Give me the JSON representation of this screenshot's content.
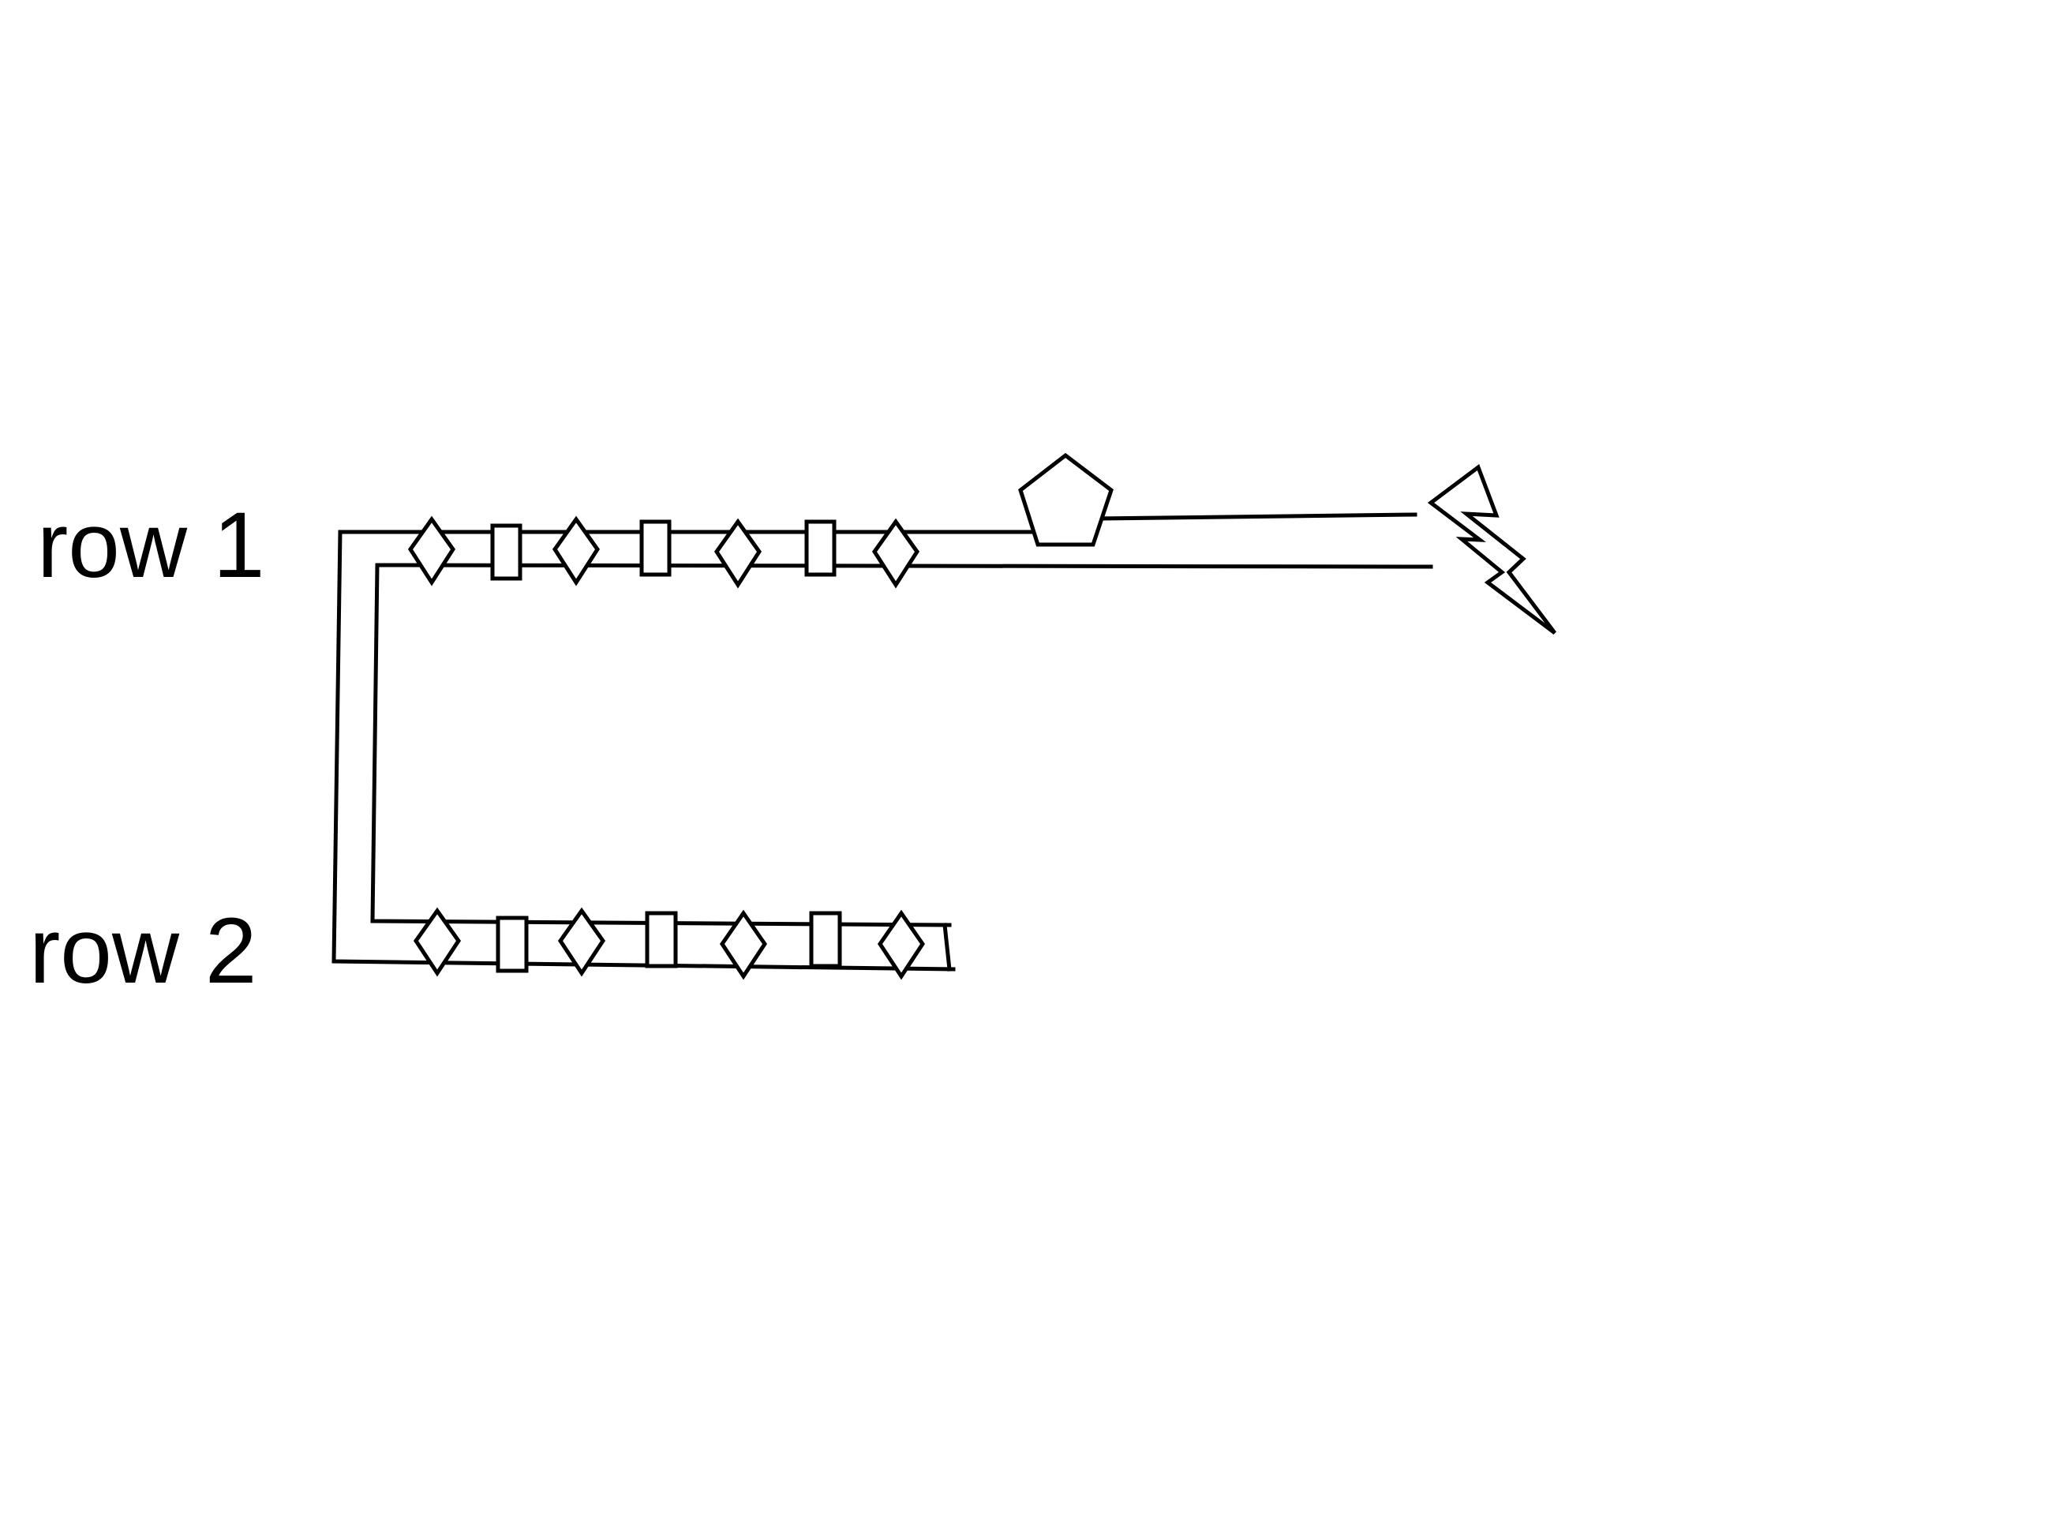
{
  "labels": {
    "row1": "row 1",
    "row2": "row 2"
  },
  "rows": [
    {
      "label_key": "row1",
      "components": [
        "diamond",
        "rectangle",
        "diamond",
        "rectangle",
        "diamond",
        "rectangle",
        "diamond"
      ]
    },
    {
      "label_key": "row2",
      "components": [
        "diamond",
        "rectangle",
        "diamond",
        "rectangle",
        "diamond",
        "rectangle",
        "diamond"
      ]
    }
  ],
  "end_shapes": [
    "pentagon",
    "lightning-bolt"
  ],
  "colors": {
    "stroke": "#000000",
    "background": "#ffffff"
  }
}
